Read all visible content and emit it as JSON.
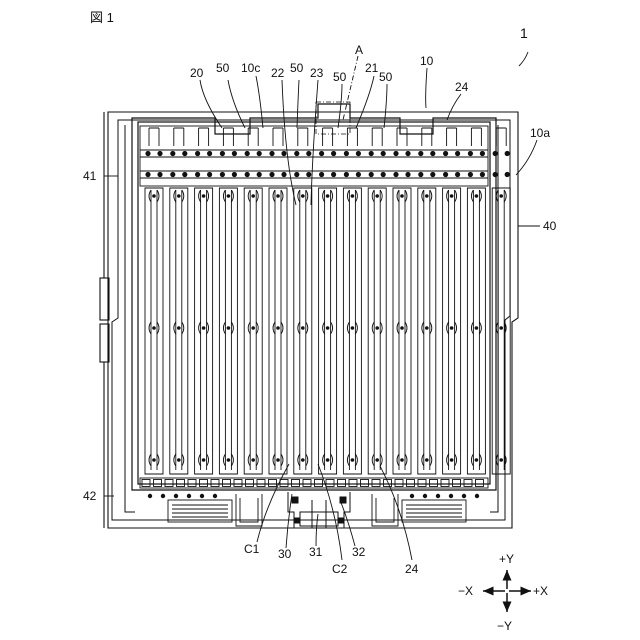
{
  "figure": {
    "label": "図 1"
  },
  "reference_numerals": {
    "device": "1",
    "A": "A",
    "n10": "10",
    "n10a": "10a",
    "n10c": "10c",
    "n20": "20",
    "n21": "21",
    "n22": "22",
    "n23": "23",
    "n24_top": "24",
    "n24_bottom": "24",
    "n30": "30",
    "n31": "31",
    "n32": "32",
    "n40": "40",
    "n41": "41",
    "n42": "42",
    "n50_1": "50",
    "n50_2": "50",
    "n50_3": "50",
    "n50_4": "50",
    "C1": "C1",
    "C2": "C2"
  },
  "axes": {
    "plus_y": "+Y",
    "minus_y": "−Y",
    "plus_x": "+X",
    "minus_x": "−X"
  },
  "colors": {
    "line": "#111111",
    "background": "#ffffff"
  }
}
